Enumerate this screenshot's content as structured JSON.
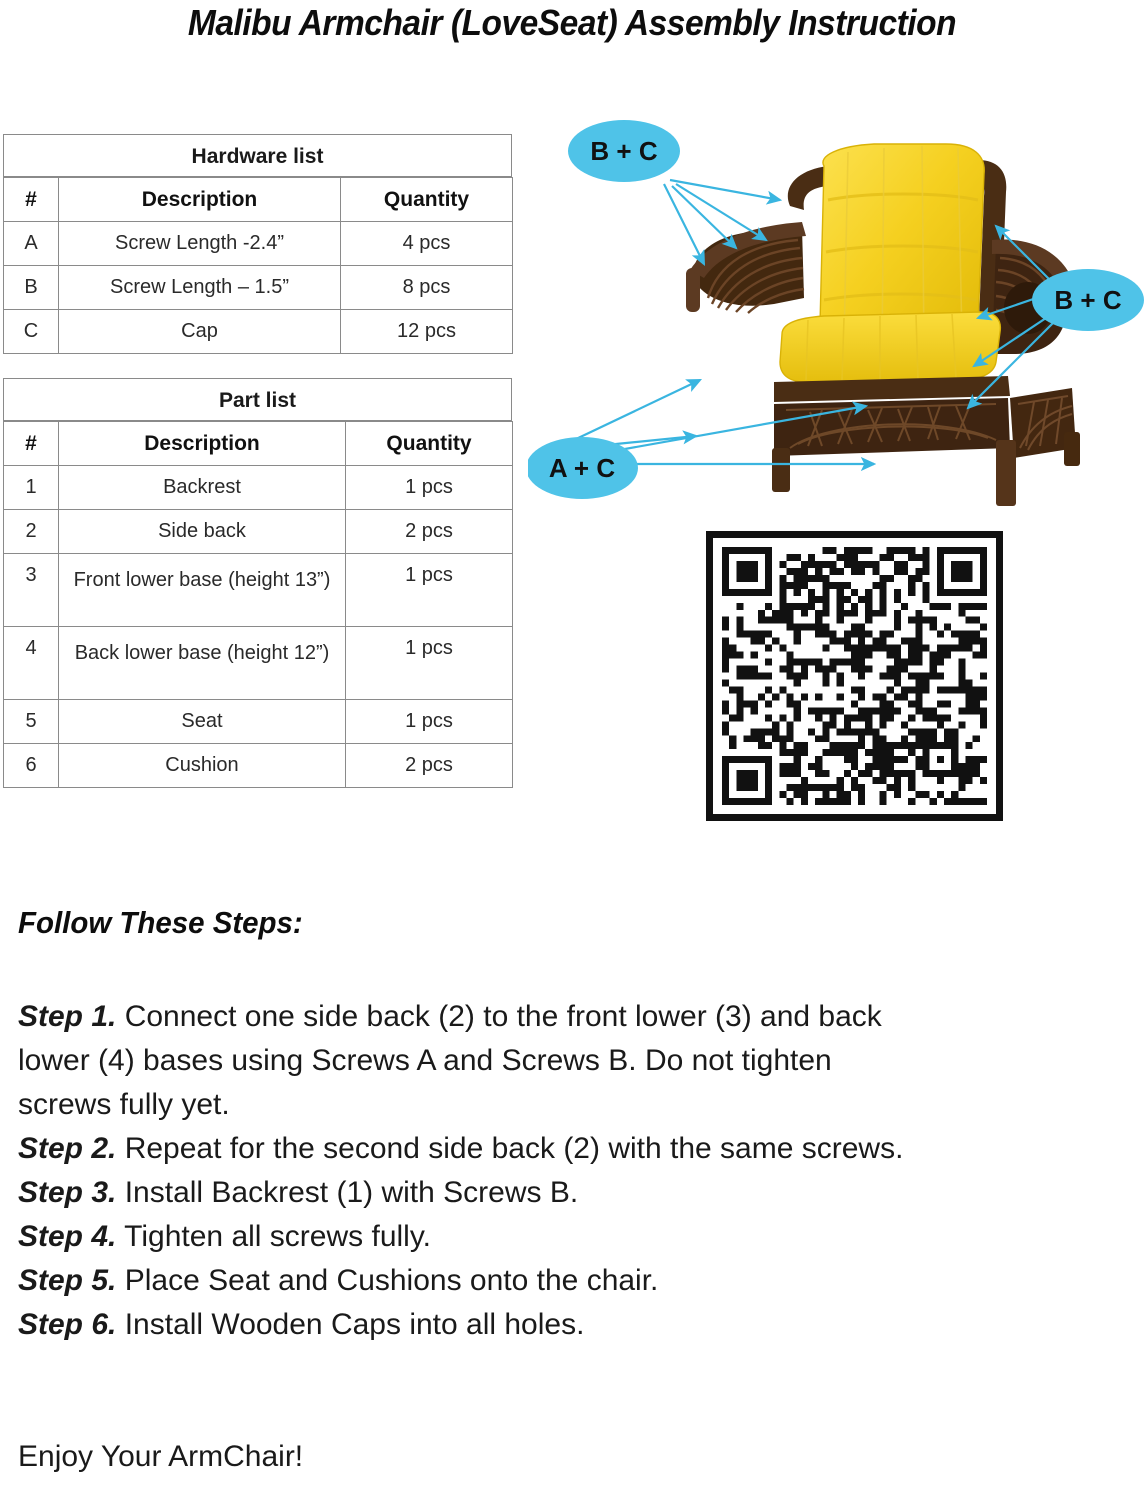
{
  "document": {
    "title": "Malibu Armchair (LoveSeat) Assembly Instruction"
  },
  "hardware_list": {
    "title": "Hardware list",
    "columns": [
      "#",
      "Description",
      "Quantity"
    ],
    "rows": [
      {
        "id": "A",
        "description": "Screw Length -2.4”",
        "quantity": "4 pcs"
      },
      {
        "id": "B",
        "description": "Screw Length – 1.5”",
        "quantity": "8 pcs"
      },
      {
        "id": "C",
        "description": "Cap",
        "quantity": "12 pcs"
      }
    ]
  },
  "part_list": {
    "title": "Part list",
    "columns": [
      "#",
      "Description",
      "Quantity"
    ],
    "rows": [
      {
        "id": "1",
        "description": "Backrest",
        "quantity": "1 pcs"
      },
      {
        "id": "2",
        "description": "Side back",
        "quantity": "2 pcs"
      },
      {
        "id": "3",
        "description": "Front lower base (height 13”)",
        "quantity": "1 pcs"
      },
      {
        "id": "4",
        "description": "Back lower base (height 12”)",
        "quantity": "1 pcs"
      },
      {
        "id": "5",
        "description": "Seat",
        "quantity": "1 pcs"
      },
      {
        "id": "6",
        "description": "Cushion",
        "quantity": "2 pcs"
      }
    ]
  },
  "illustration": {
    "callouts": [
      {
        "label": "B + C",
        "position": "top-left"
      },
      {
        "label": "B + C",
        "position": "right"
      },
      {
        "label": "A + C",
        "position": "bottom-left"
      }
    ],
    "colors": {
      "callout_fill": "#4FC3E8",
      "arrow": "#3AB5E0",
      "cushion": "#F5D020",
      "frame": "#4A2D1A"
    }
  },
  "qr_code": {
    "name": "qr-code",
    "border_color": "#111111"
  },
  "steps_section": {
    "heading": "Follow These Steps:",
    "steps": [
      {
        "label": "Step 1.",
        "text": " Connect one side back (2) to the front lower (3) and back lower (4) bases using Screws A and Screws B. Do not tighten screws fully yet."
      },
      {
        "label": "Step 2.",
        "text": " Repeat for the second side back (2) with the same screws."
      },
      {
        "label": "Step 3.",
        "text": " Install Backrest (1) with Screws B."
      },
      {
        "label": "Step 4.",
        "text": " Tighten all screws fully."
      },
      {
        "label": "Step 5.",
        "text": " Place Seat and Cushions onto the chair."
      },
      {
        "label": "Step 6.",
        "text": " Install Wooden Caps into all holes."
      }
    ],
    "closing": "Enjoy Your ArmChair!"
  }
}
